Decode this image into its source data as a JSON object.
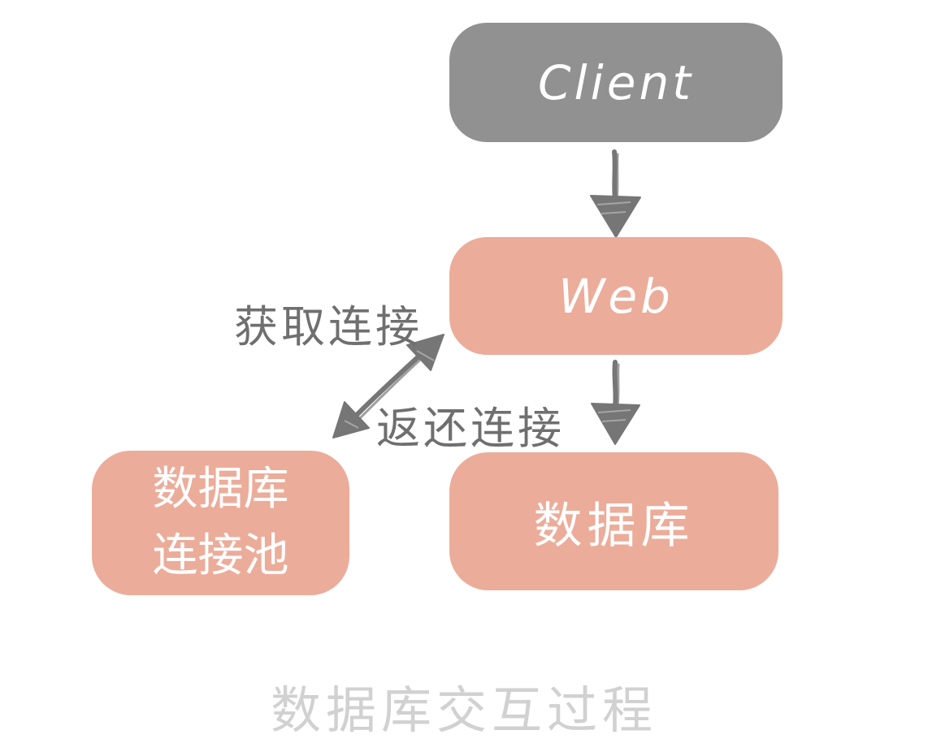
{
  "diagram": {
    "caption": "数据库交互过程",
    "nodes": {
      "client": {
        "label": "Client"
      },
      "web": {
        "label": "Web"
      },
      "pool": {
        "line1": "数据库",
        "line2": "连接池"
      },
      "db": {
        "label": "数据库"
      }
    },
    "edges": {
      "acquire_label": "获取连接",
      "return_label": "返还连接"
    },
    "colors": {
      "node_gray": "#919191",
      "node_salmon": "#ECAC9A",
      "node_text": "#FFFFFF",
      "arrow_gray": "#767676",
      "edge_label_gray": "#6F6F6F",
      "caption_gray": "#D1D1D1",
      "background": "#FFFFFF"
    }
  }
}
